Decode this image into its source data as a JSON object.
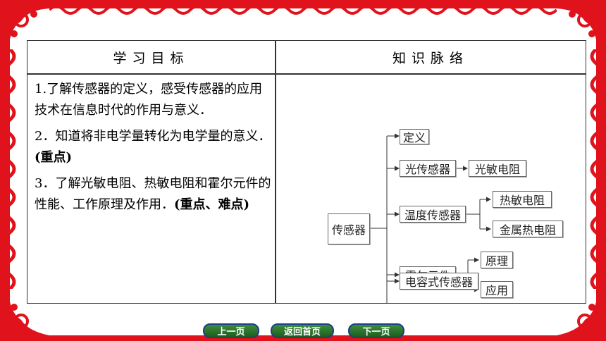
{
  "table": {
    "header_left": "学习目标",
    "header_right": "知识脉络"
  },
  "objectives": [
    {
      "text": "1.了解传感器的定义，感受传感器的应用技术在信息时代的作用与意义．",
      "emphasis": ""
    },
    {
      "text": "2．知道将非电学量转化为电学量的意义．",
      "emphasis": "(重点)"
    },
    {
      "text": "3．了解光敏电阻、热敏电阻和霍尔元件的性能、工作原理及作用．",
      "emphasis": "(重点、难点)"
    }
  ],
  "mindmap": {
    "root": "传感器",
    "definition": "定义",
    "light_sensor": "光传感器",
    "photoresistor": "光敏电阻",
    "temp_sensor": "温度传感器",
    "thermistor": "热敏电阻",
    "metal_thermo": "金属热电阻",
    "hall": "霍尔元件",
    "principle": "原理",
    "application": "应用",
    "capacitive": "电容式传感器"
  },
  "nav": {
    "prev": "上一页",
    "home": "返回首页",
    "next": "下一页"
  },
  "colors": {
    "frame": "#e0121b",
    "nav_fill": "#2f7a2f",
    "nav_border": "#1a3f88"
  }
}
